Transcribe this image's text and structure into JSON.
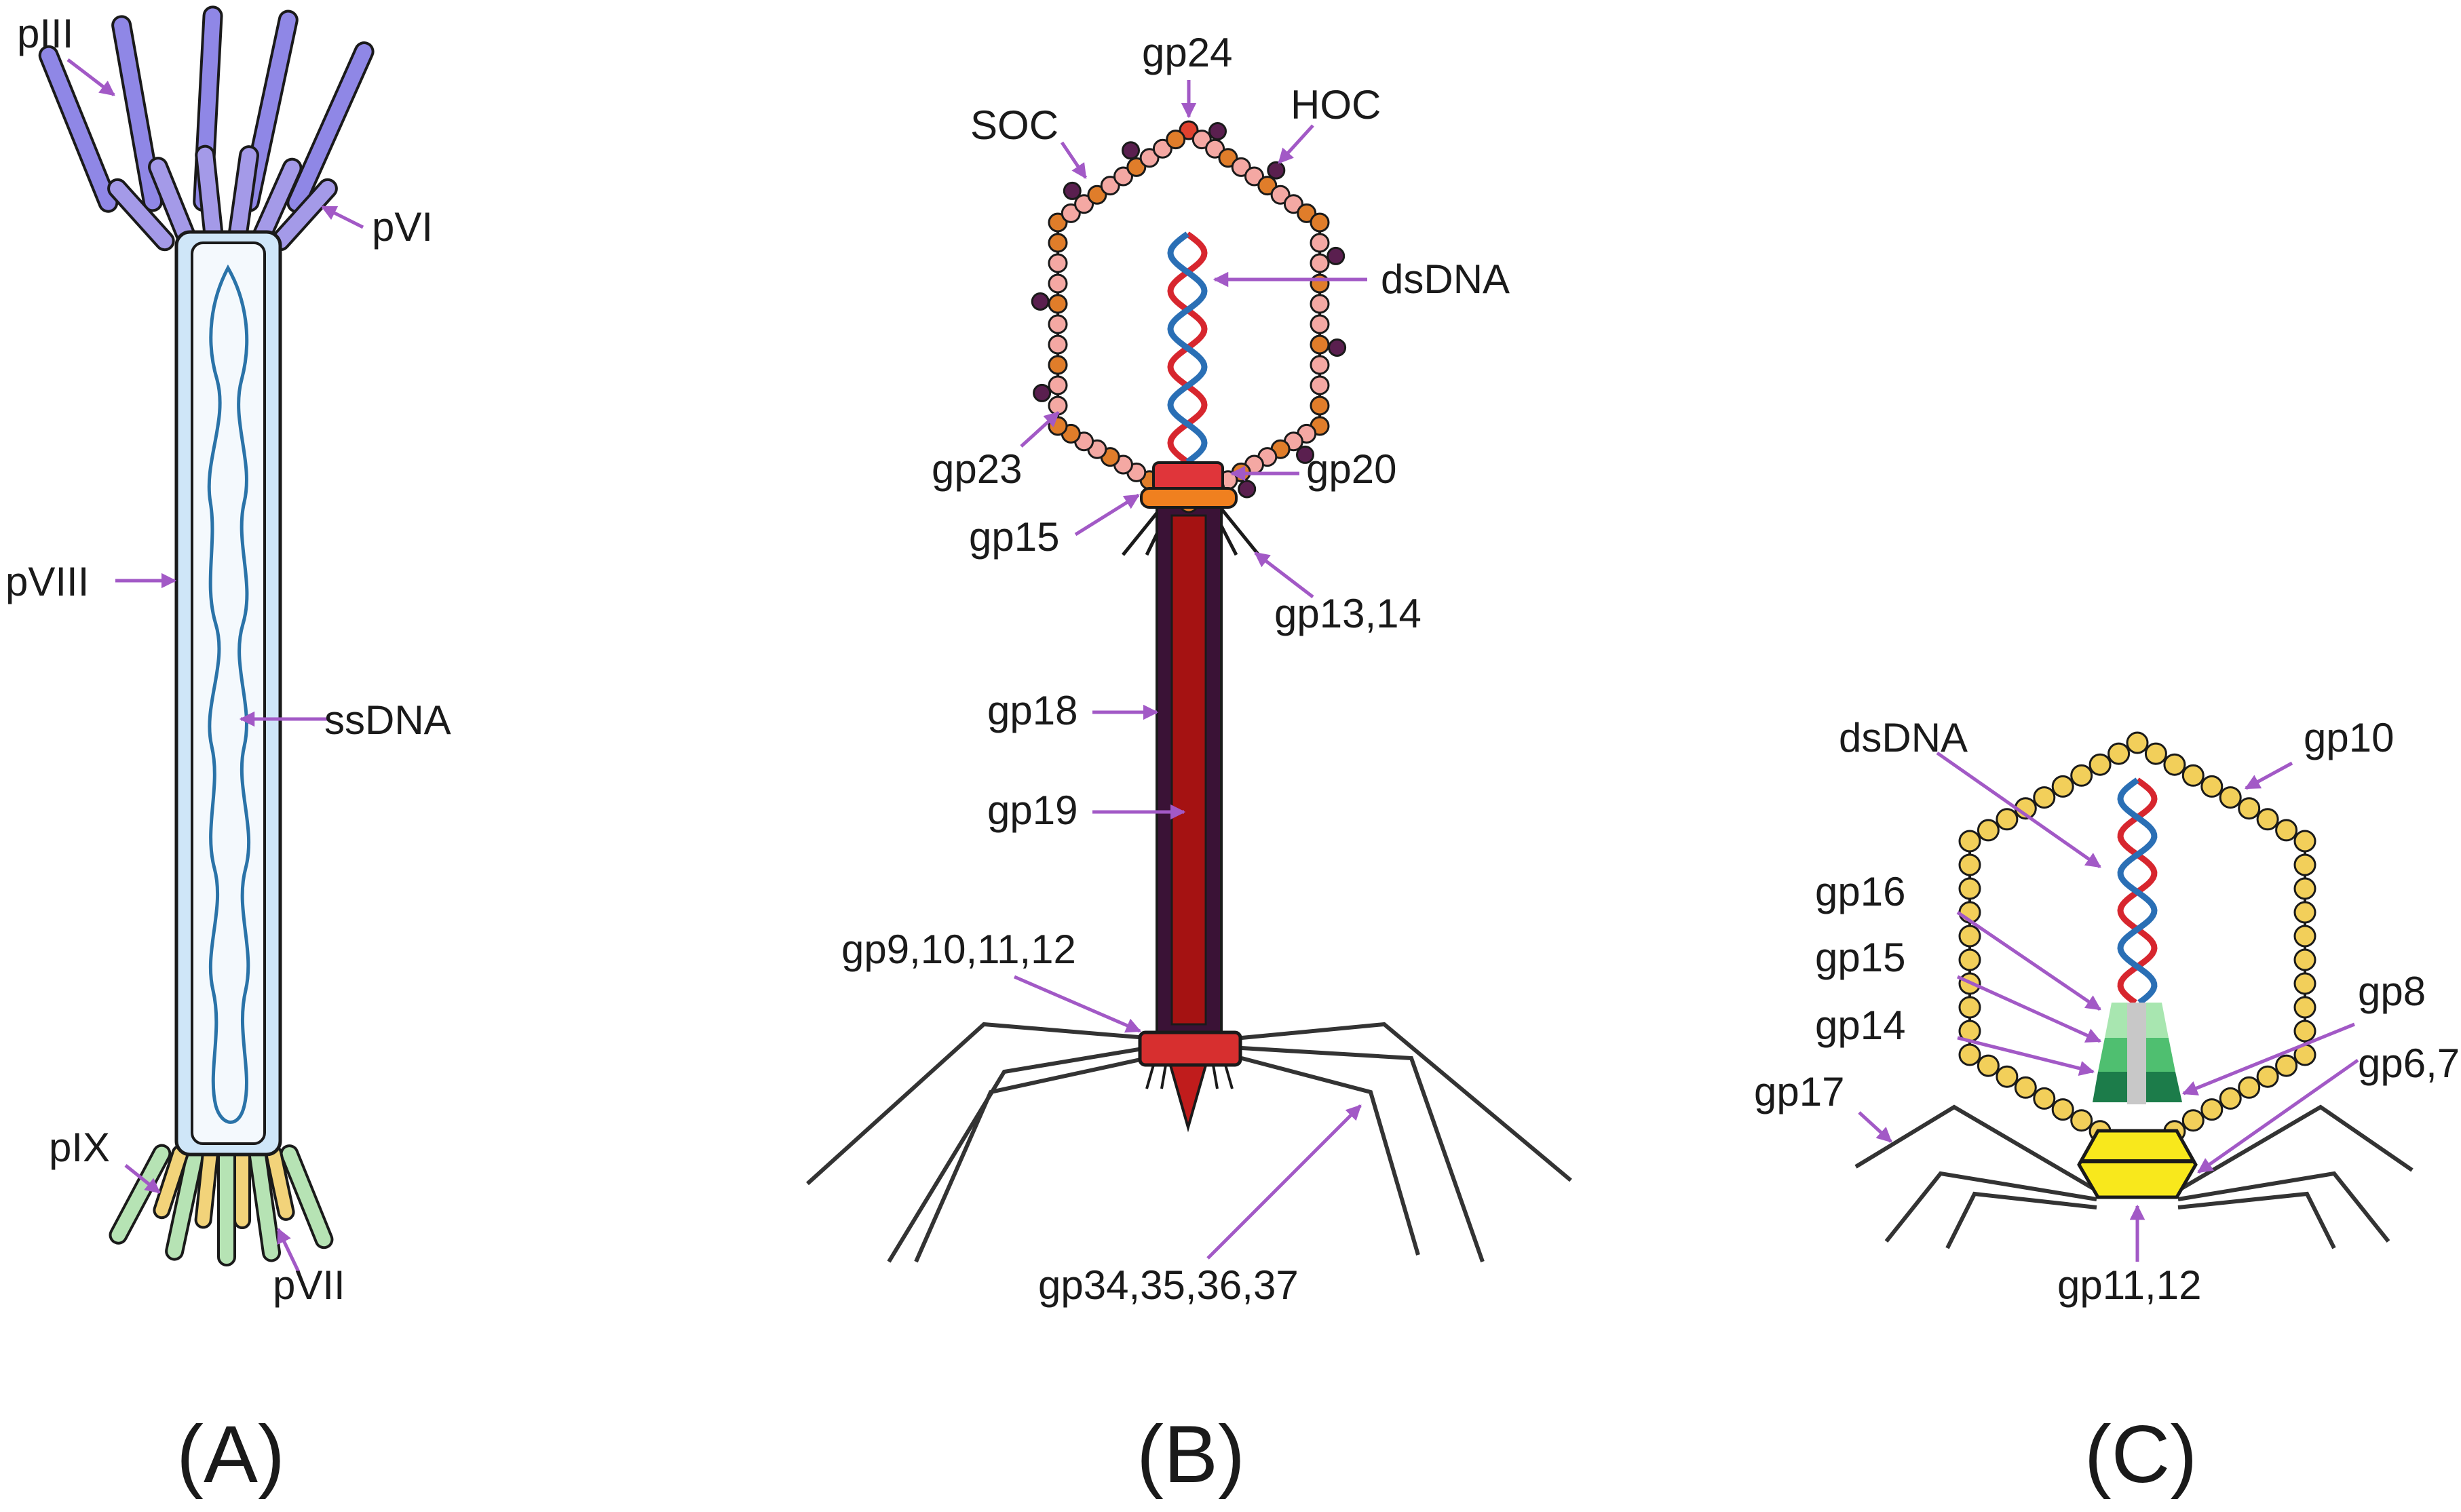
{
  "panels": [
    {
      "caption": "(A)",
      "labels": {
        "pIII": "pIII",
        "pVI": "pVI",
        "pVIII": "pVIII",
        "ssDNA": "ssDNA",
        "pIX": "pIX",
        "pVII": "pVII"
      }
    },
    {
      "caption": "(B)",
      "labels": {
        "gp24": "gp24",
        "SOC": "SOC",
        "HOC": "HOC",
        "dsDNA": "dsDNA",
        "gp23": "gp23",
        "gp20": "gp20",
        "gp15": "gp15",
        "gp13_14": "gp13,14",
        "gp18": "gp18",
        "gp19": "gp19",
        "gp9_12": "gp9,10,11,12",
        "gp34_37": "gp34,35,36,37"
      }
    },
    {
      "caption": "(C)",
      "labels": {
        "dsDNA": "dsDNA",
        "gp10": "gp10",
        "gp16": "gp16",
        "gp15": "gp15",
        "gp14": "gp14",
        "gp8": "gp8",
        "gp6_7": "gp6,7",
        "gp17": "gp17",
        "gp11_12": "gp11,12"
      }
    }
  ],
  "colors": {
    "arrow": "#a259c6",
    "outline": "#1a1a1a",
    "pIII": "#8f87e6",
    "pVI": "#a49ae8",
    "pVIII_coat": "#cfe6f8",
    "ssDNA": "#2a73a8",
    "pIX": "#b6e3b4",
    "pVII": "#f2d37a",
    "dna_red": "#d7262e",
    "dna_blue": "#2a6fb5",
    "capsid_orange": "#e07d2a",
    "capsid_pink": "#f4a8a3",
    "capsid_dark": "#5a1f4f",
    "gp24_red": "#e0412f",
    "collar_red": "#e0353a",
    "gp15_orange": "#f0801f",
    "sheath_dark": "#3a1236",
    "tube_red": "#a51212",
    "baseplate_red": "#d72f2f",
    "fiber": "#333333",
    "t7_bead": "#f2cf5a",
    "t7_portal_light": "#a8e6b0",
    "t7_portal_mid": "#4fbf70",
    "t7_portal_dark": "#1c7c4a",
    "t7_core_gray": "#c8c8c8",
    "t7_tail_yellow": "#f8e81c"
  }
}
